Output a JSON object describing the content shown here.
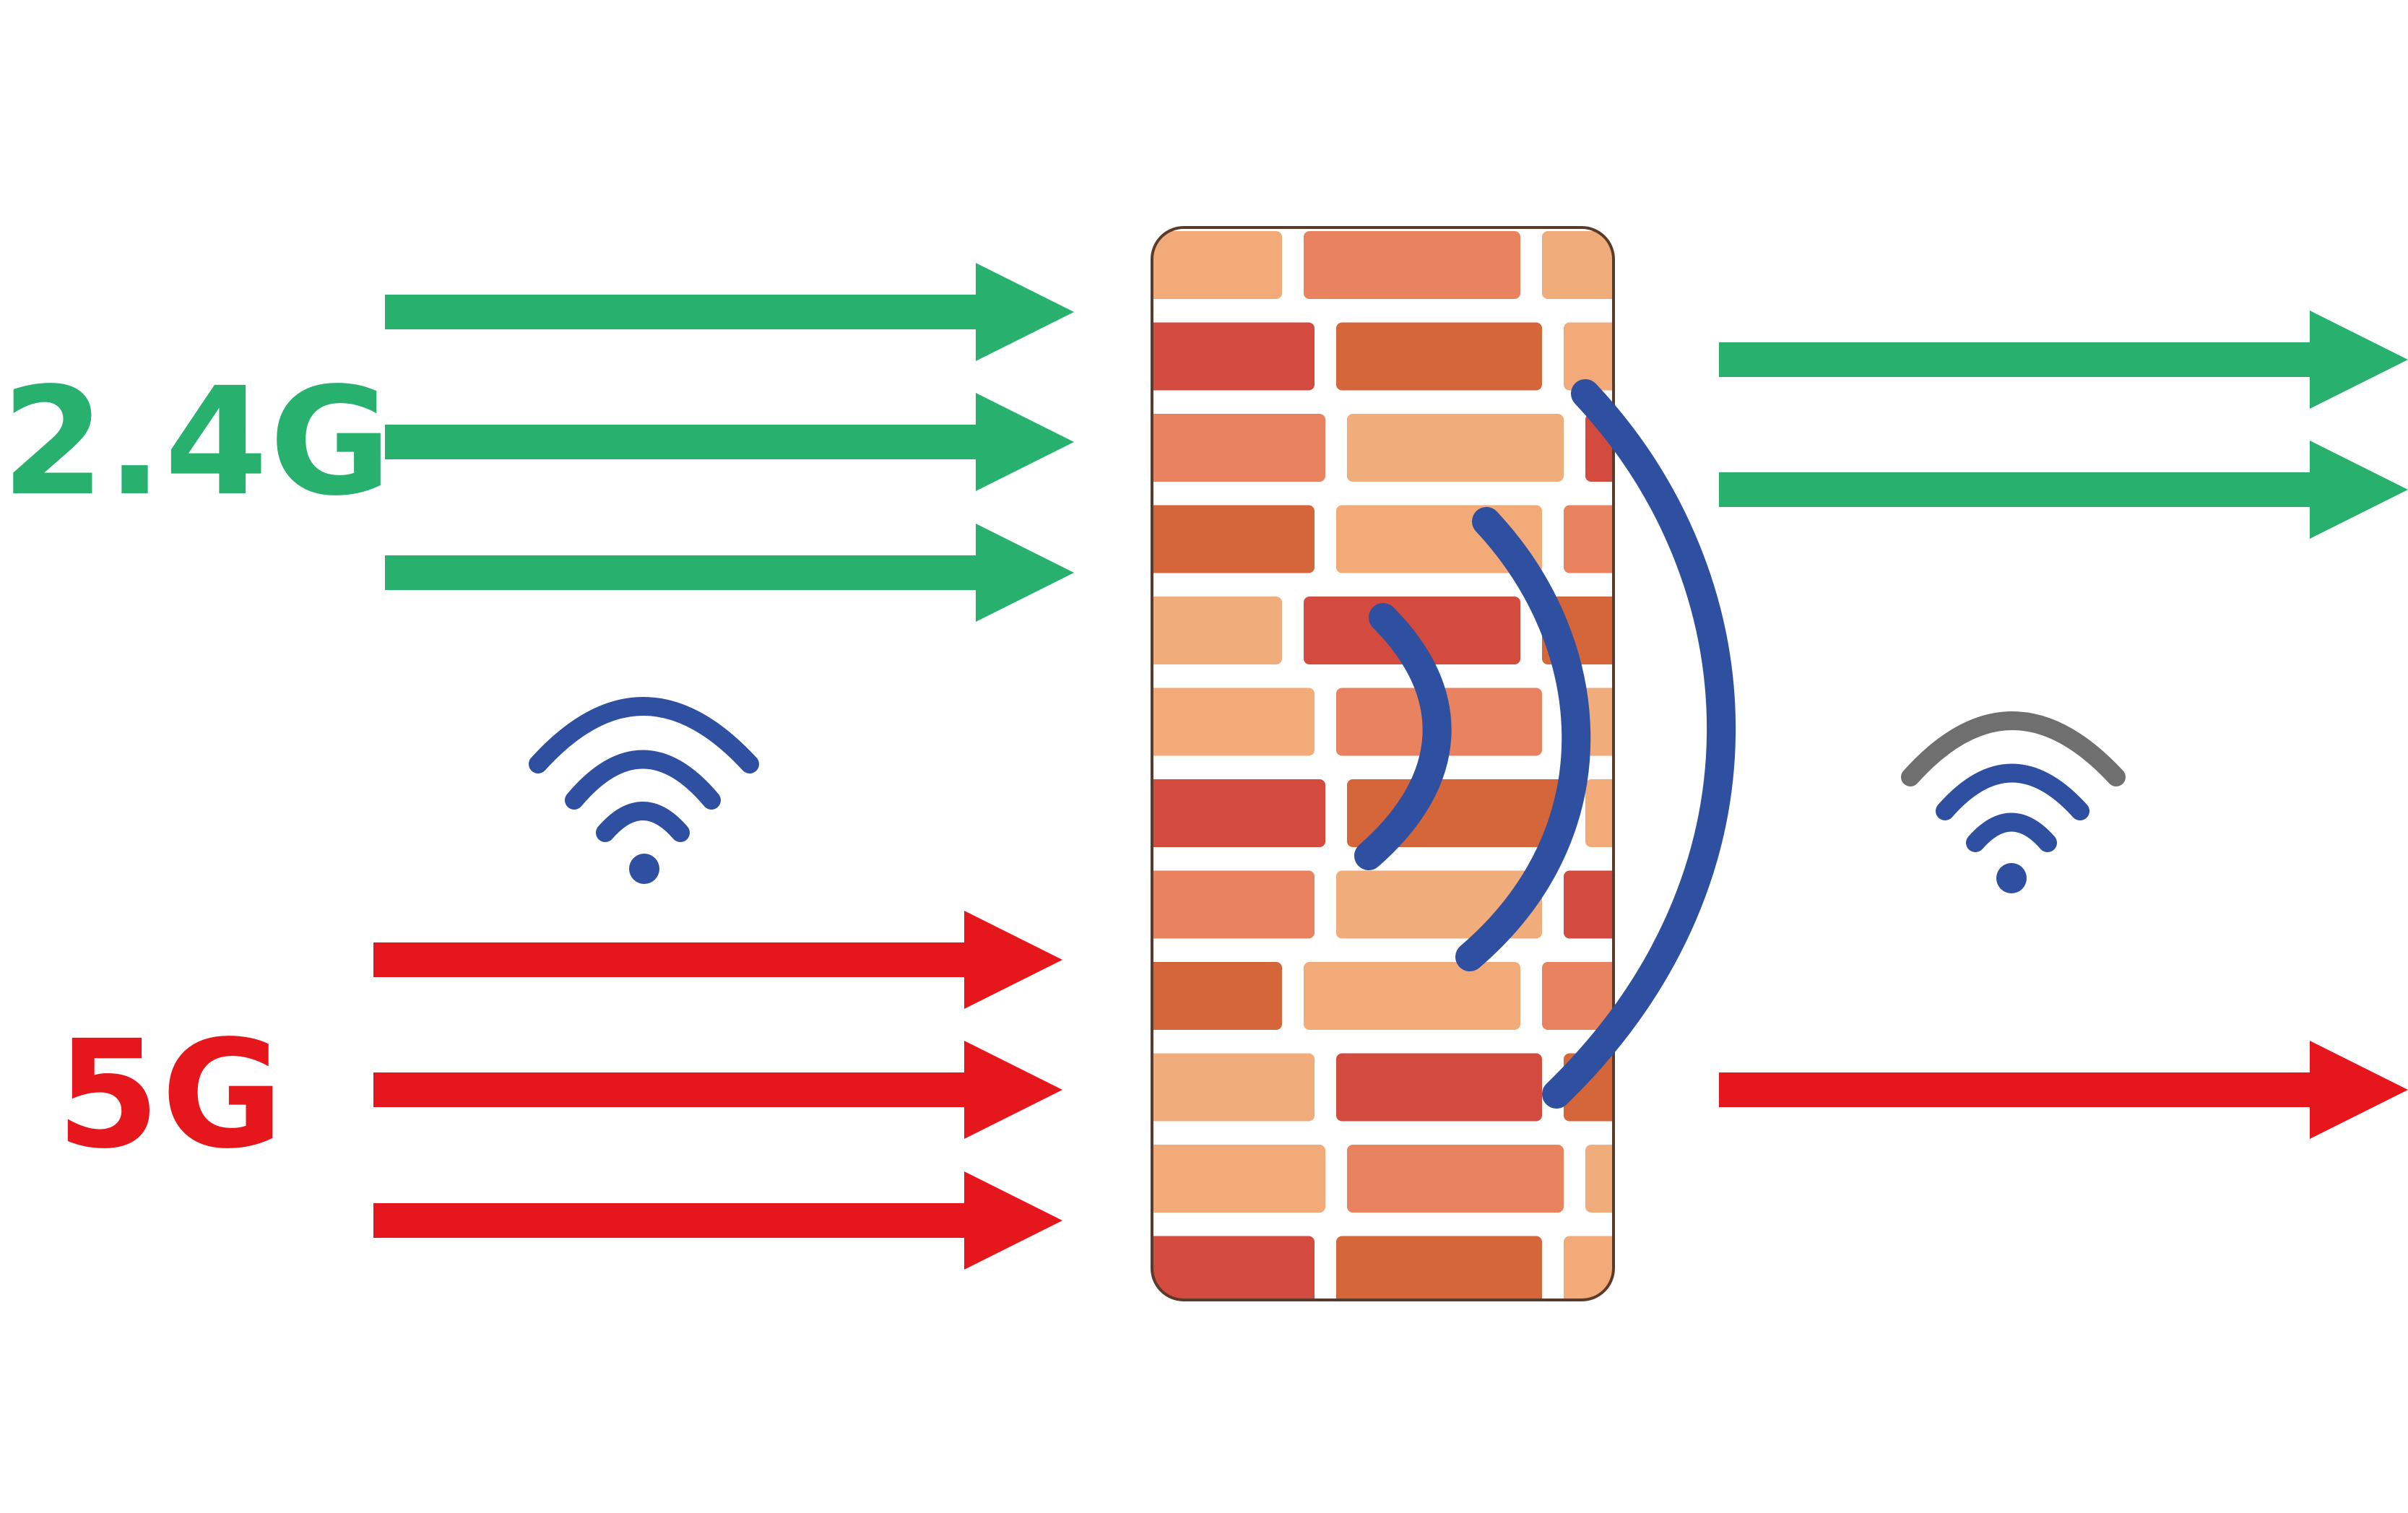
{
  "labels": {
    "band_24": "2.4G",
    "band_5": "5G"
  },
  "colors": {
    "band_24": "#27b06e",
    "band_5": "#e5171c",
    "signal": "#2f4fa0",
    "signal_weak": "#6f6f6f",
    "wall_outline": "#5a3a2a",
    "mortar": "#ffffff",
    "bricks": [
      "#f2aa78",
      "#d34a3f",
      "#e9825f",
      "#d5663a",
      "#f0ac7a"
    ]
  },
  "icons": {
    "wifi_incoming": "wifi-icon",
    "wifi_outgoing": "wifi-weak-icon",
    "wave": "signal-wave"
  },
  "arrows": {
    "band_24_incoming": 3,
    "band_24_outgoing": 2,
    "band_5_incoming": 3,
    "band_5_outgoing": 1
  }
}
